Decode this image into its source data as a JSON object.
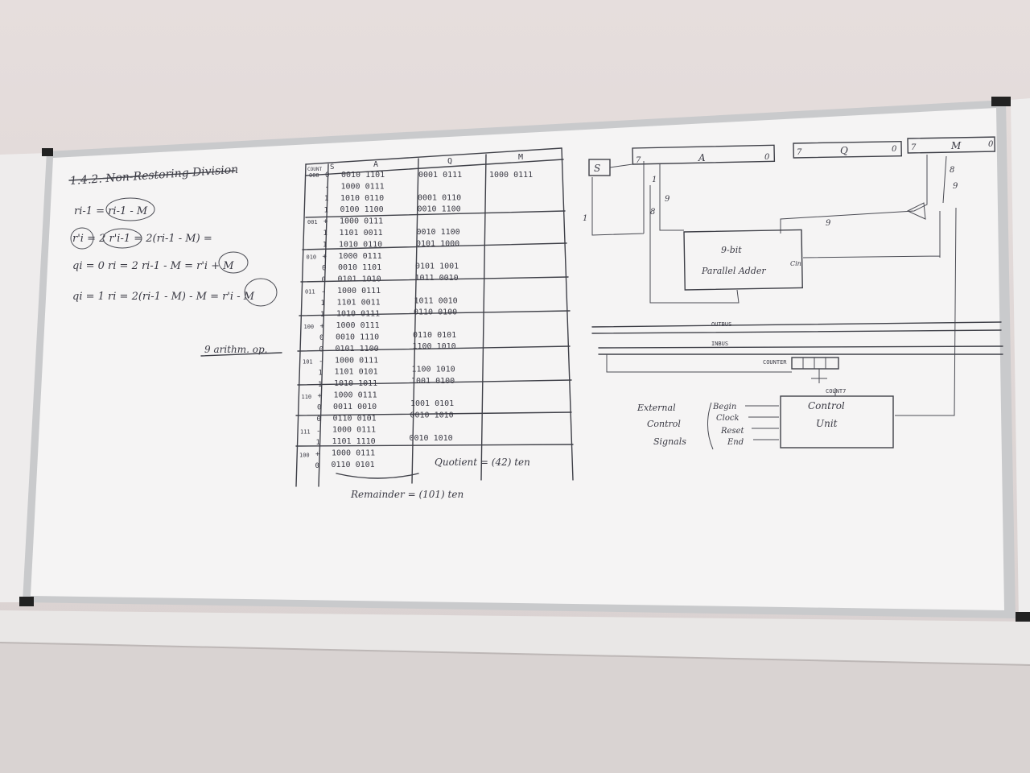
{
  "board": {
    "heading": "1.4.2. Non-Restoring Division",
    "formulas": [
      "ri-1 = ri-1 - M",
      "r'i = 2 r'i-1 = 2(ri-1 - M) =",
      "qi = 0   ri = 2 ri-1 - M = r'i + M",
      "qi = 1   ri = 2(ri-1 - M) - M = r'i - M"
    ],
    "ops_note": "9 arithm. op."
  },
  "table": {
    "headers": [
      "COUNT",
      "S",
      "A",
      "Q",
      "M"
    ],
    "rows": [
      {
        "count": "000",
        "s": "0",
        "a": "0010 1101",
        "q": "0001 0111",
        "m": "1000 0111"
      },
      {
        "count": "",
        "s": "-",
        "a": "1000 0111",
        "q": "",
        "m": ""
      },
      {
        "count": "",
        "s": "1",
        "a": "1010 0110",
        "q": "0001 0110",
        "m": ""
      },
      {
        "count": "",
        "s": "1",
        "a": "0100 1100",
        "q": "0010 1100",
        "m": ""
      },
      {
        "count": "001",
        "s": "+",
        "a": "1000 0111",
        "q": "",
        "m": ""
      },
      {
        "count": "",
        "s": "1",
        "a": "1101 0011",
        "q": "0010 1100",
        "m": ""
      },
      {
        "count": "",
        "s": "1",
        "a": "1010 0110",
        "q": "0101 1000",
        "m": ""
      },
      {
        "count": "010",
        "s": "+",
        "a": "1000 0111",
        "q": "",
        "m": ""
      },
      {
        "count": "",
        "s": "0",
        "a": "0010 1101",
        "q": "0101 1001",
        "m": ""
      },
      {
        "count": "",
        "s": "0",
        "a": "0101 1010",
        "q": "1011 0010",
        "m": ""
      },
      {
        "count": "011",
        "s": "-",
        "a": "1000 0111",
        "q": "",
        "m": ""
      },
      {
        "count": "",
        "s": "1",
        "a": "1101 0011",
        "q": "1011 0010",
        "m": ""
      },
      {
        "count": "",
        "s": "1",
        "a": "1010 0111",
        "q": "0110 0100",
        "m": ""
      },
      {
        "count": "100",
        "s": "+",
        "a": "1000 0111",
        "q": "",
        "m": ""
      },
      {
        "count": "",
        "s": "0",
        "a": "0010 1110",
        "q": "0110 0101",
        "m": ""
      },
      {
        "count": "",
        "s": "0",
        "a": "0101 1100",
        "q": "1100 1010",
        "m": ""
      },
      {
        "count": "101",
        "s": "-",
        "a": "1000 0111",
        "q": "",
        "m": ""
      },
      {
        "count": "",
        "s": "1",
        "a": "1101 0101",
        "q": "1100 1010",
        "m": ""
      },
      {
        "count": "",
        "s": "1",
        "a": "1010 1011",
        "q": "1001 0100",
        "m": ""
      },
      {
        "count": "110",
        "s": "+",
        "a": "1000 0111",
        "q": "",
        "m": ""
      },
      {
        "count": "",
        "s": "0",
        "a": "0011 0010",
        "q": "1001 0101",
        "m": ""
      },
      {
        "count": "",
        "s": "0",
        "a": "0110 0101",
        "q": "0010 1010",
        "m": ""
      },
      {
        "count": "111",
        "s": "-",
        "a": "1000 0111",
        "q": "",
        "m": ""
      },
      {
        "count": "",
        "s": "1",
        "a": "1101 1110",
        "q": "0010 1010",
        "m": ""
      },
      {
        "count": "100",
        "s": "+",
        "a": "1000 0111",
        "q": "",
        "m": ""
      },
      {
        "count": "",
        "s": "0",
        "a": "0110 0101",
        "q": "",
        "m": ""
      }
    ],
    "quotient_note": "Quotient = (42) ten",
    "remainder_note": "Remainder = (101) ten"
  },
  "diagram": {
    "registers": {
      "s": "S",
      "a": "A",
      "q": "Q",
      "m": "M"
    },
    "bit_labels": [
      "7",
      "0",
      "7",
      "0",
      "7",
      "0",
      "8",
      "9",
      "9",
      "8",
      "1",
      "1",
      "9"
    ],
    "adder": {
      "line1": "9-bit",
      "line2": "Parallel Adder",
      "cin": "Cin"
    },
    "outbus": "OUTBUS",
    "inbus": "INBUS",
    "counter": "COUNTER",
    "count7": "COUNT7",
    "control": {
      "line1": "Control",
      "line2": "Unit"
    },
    "external": [
      "External",
      "Control",
      "Signals"
    ],
    "signals": [
      "Begin",
      "Clock",
      "Reset",
      "End"
    ]
  }
}
